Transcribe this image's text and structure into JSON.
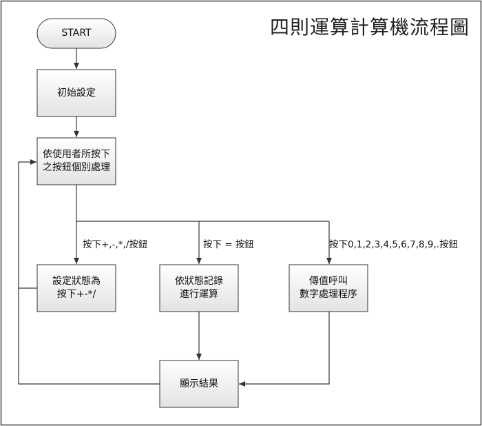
{
  "title": "四則運算計算機流程圖",
  "nodes": {
    "start": "START",
    "init": "初始設定",
    "dispatch": "依使用者所按下\n之按鈕個別處理",
    "set_state": "設定狀態為\n按下+-*/",
    "compute": "依狀態記錄\n進行運算",
    "digits": "傳值呼叫\n數字處理程序",
    "display": "顯示結果"
  },
  "edge_labels": {
    "operator": "按下+,-,*,/按鈕",
    "equals": "按下 = 按鈕",
    "digit": "按下0,1,2,3,4,5,6,7,8,9,.按鈕"
  },
  "colors": {
    "fill_gradient_top": "#ffffff",
    "fill_gradient_bottom": "#e3e3e3",
    "stroke": "#333333"
  }
}
